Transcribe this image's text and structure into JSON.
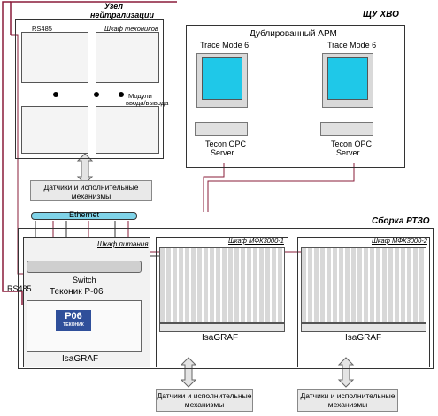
{
  "neutralization": {
    "title_line1": "Узел",
    "title_line2": "нейтрализации",
    "cabinet_label": "Шкаф техоников",
    "rs485_top": "RS485",
    "modules_line1": "Модули",
    "modules_line2": "ввода/вывода"
  },
  "control_room": {
    "title": "ЩУ ХВО",
    "subtitle": "Дублированный АРМ",
    "stations": [
      {
        "software": "Trace Mode 6",
        "server_line1": "Tecon OPC",
        "server_line2": "Server"
      },
      {
        "software": "Trace Mode 6",
        "server_line1": "Tecon OPC",
        "server_line2": "Server"
      }
    ]
  },
  "ethernet_label": "Ethernet",
  "assembly": {
    "title": "Сборка РТЗО",
    "power_cabinet": "Шкаф питания",
    "switch_label": "Switch",
    "controller_label": "Теконик Р-06",
    "controller_brand": "Р06",
    "controller_sub": "ТЕКОНИК",
    "isagraf": "IsaGRAF",
    "cabinets": [
      {
        "name": "Шкаф МФК3000-1",
        "isagraf": "IsaGRAF"
      },
      {
        "name": "Шкаф МФК3000-2",
        "isagraf": "IsaGRAF"
      }
    ]
  },
  "rs485_left": "RS485",
  "sensors": {
    "line1": "Датчики и исполнительные",
    "line2": "механизмы",
    "line1_short": "Датчики и исполнительные",
    "line2_short": "механизмы"
  }
}
